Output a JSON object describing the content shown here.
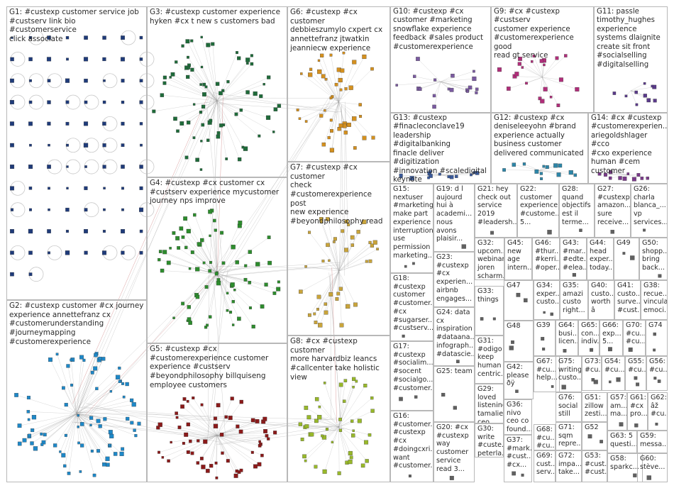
{
  "colors": {
    "G1": "#1f3b7a",
    "G2": "#1e88c8",
    "G3": "#1f6b3a",
    "G4": "#2d8c2d",
    "G5": "#8b1a1a",
    "G6": "#d4901e",
    "G7": "#c9a43a",
    "G8": "#98b82a",
    "G9": "#b02e7a",
    "G10": "#7a5aa0",
    "G11": "#5a3a8a",
    "G12": "#2e86a8",
    "G13": "#3a5a9a",
    "G14": "#7a3a8a",
    "other": "#606060",
    "edge": "#9a9a9a",
    "edge_strong": "#b03030"
  },
  "groups": [
    {
      "id": "G1",
      "label": "G1: #custexp customer service job\n#custserv link bio #customerservice\nclick associate"
    },
    {
      "id": "G2",
      "label": "G2: #custexp customer #cx journey\nexperience annettefranz cx\n#customerunderstanding\n#journeymapping\n#customerexperience"
    },
    {
      "id": "G3",
      "label": "G3: #custexp customer experience\nhyken #cx t new s customers bad"
    },
    {
      "id": "G4",
      "label": "G4: #custexp #cx customer cx\n#custserv experience mycustomer\njourney nps improve"
    },
    {
      "id": "G5",
      "label": "G5: #custexp #cx\n#customerexperience customer\nexperience #custserv\n#beyondphilosophy billquiseng\nemployee customers"
    },
    {
      "id": "G6",
      "label": "G6: #custexp #cx customer\ndebbieszumylo cxpert cx\nannettefranz jtwatkin\njeanniecw experience"
    },
    {
      "id": "G7",
      "label": "G7: #custexp #cx customer\ncheck\n#customerexperience post\nnew experience\n#beyondphilosophy read"
    },
    {
      "id": "G8",
      "label": "G8: #cx #custexp customer\nmore harvardbiz leancs\n#callcenter take holistic\nview"
    },
    {
      "id": "G9",
      "label": "G9: #cx #custexp #custserv\ncustomer experience\n#customerexperience good\nread gt service"
    },
    {
      "id": "G10",
      "label": "G10: #custexp #cx\ncustomer #marketing\nsnowflake experience\nfeedback #sales product\n#customerexperience"
    },
    {
      "id": "G11",
      "label": "G11: passle\ntimothy_hughes\nexperience\nsystems dlaignite\ncreate sit front\n#socialselling\n#digitalselling"
    },
    {
      "id": "G12",
      "label": "G12: #custexp #cx\ndeniseleeyohn #brand\nexperience actually\nbusiness customer\ndelivered communicated"
    },
    {
      "id": "G13",
      "label": "G13: #custexp\n#finacleconclave19\nleadership #digitalbanking\nfinacle deliver #digitization\n#innovation #scaledigital\nkeynote"
    },
    {
      "id": "G14",
      "label": "G14: #cx #custexp\n#customerexperien...\nariegoldshlager #cco\n#cxo experience\nhuman #cem\ncustomer"
    },
    {
      "id": "G15",
      "label": "G15:\nnextuser\n#marketing\nmake part\nexperience\ninterruption\nuse\npermission\nmarketing..."
    },
    {
      "id": "G16",
      "label": "G16:\n#customer...\n#custexp\n#cx\n#doingcxri...\nwant\n#customer..."
    },
    {
      "id": "G17",
      "label": "G17:\n#custexp\n#socialim...\n#socent\n#socialgo...\n#customer..."
    },
    {
      "id": "G18",
      "label": "G18:\n#custexp\ncustomer\n#customer...\n#cx\n#sugarser...\n#custserv..."
    },
    {
      "id": "G19",
      "label": "G19: d l\naujourd\nhui à\nacademi...\nnous\navons\nplaisir..."
    },
    {
      "id": "G20",
      "label": "G20: #cx\n#custexp\nway\ncustomer\nservice\nread 3..."
    },
    {
      "id": "G21",
      "label": "G21: hey\ncheck out\nservice\n2019\n#leadersh..."
    },
    {
      "id": "G22",
      "label": "G22:\ncustomer\nexperience\n#custome...\n5..."
    },
    {
      "id": "G23",
      "label": "G23:\n#custexp\n#cx\nexperien...\nairbnb\nengages..."
    },
    {
      "id": "G24",
      "label": "G24: data\ncx\ninspiration\n#dataana...\ninfograph...\n#datascie..."
    },
    {
      "id": "G25",
      "label": "G25: team"
    },
    {
      "id": "G26",
      "label": "G26:\ncharla\nblanca_...\nvp\nservices..."
    },
    {
      "id": "G27",
      "label": "G27:\n#custexp\namazon...\nsure\nreceive..."
    },
    {
      "id": "G28",
      "label": "G28:\nquand\nobjectifs\nest il\nterme..."
    },
    {
      "id": "G29",
      "label": "G29:\nloved\nlistening\ntamalie\nceo..."
    },
    {
      "id": "G30",
      "label": "G30:\nwrite\n#custe...\npeterla...\nlawyer..."
    },
    {
      "id": "G31",
      "label": "G31:\n#odigo\nkeep\nhuman\ncentric..."
    },
    {
      "id": "G32",
      "label": "G32:\nupcom...\nwebinar\njoren\nscharm..."
    },
    {
      "id": "G33",
      "label": "G33:\nthings"
    },
    {
      "id": "G34",
      "label": "G34:\nexper...\ncusto..."
    },
    {
      "id": "G35",
      "label": "G35:\namazi\ncusto\nright..."
    },
    {
      "id": "G36",
      "label": "G36:\nnivo\nceo co\nfound..."
    },
    {
      "id": "G37",
      "label": "G37:\n#mark...\n#cust...\n#cx..."
    },
    {
      "id": "G38",
      "label": "G38:\nrecue...\nvincula\nemoci..."
    },
    {
      "id": "G39",
      "label": "G39"
    },
    {
      "id": "G40",
      "label": "G40:\ncusto...\nworth\nâ"
    },
    {
      "id": "G41",
      "label": "G41:\ncusto...\nsurve...\n#cust..."
    },
    {
      "id": "G42",
      "label": "G42:\nplease\nðÿ"
    },
    {
      "id": "G43",
      "label": "G43:\n#mar...\n#edte...\n#elea..."
    },
    {
      "id": "G44",
      "label": "G44:\nhead\nexper...\ntoday..."
    },
    {
      "id": "G45",
      "label": "G45:\nnew\nage\nintern..."
    },
    {
      "id": "G46",
      "label": "G46:\n#thur...\n#kerri...\n#oper..."
    },
    {
      "id": "G47",
      "label": "G47"
    },
    {
      "id": "G48",
      "label": "G48"
    },
    {
      "id": "G49",
      "label": "G49"
    },
    {
      "id": "G50",
      "label": "G50:\nshopp...\nbring\nback..."
    },
    {
      "id": "G51",
      "label": "G51:\nzillow\nzesti..."
    },
    {
      "id": "G52",
      "label": "G52"
    },
    {
      "id": "G53",
      "label": "G53:\n#cust...\n#cust..."
    },
    {
      "id": "G54",
      "label": "G54:\n#cu..."
    },
    {
      "id": "G55",
      "label": "G55:\n#cu..."
    },
    {
      "id": "G56",
      "label": "G56:\n#cu..."
    },
    {
      "id": "G57",
      "label": "G57:\nam...\nma..."
    },
    {
      "id": "G58",
      "label": "G58:\nsparkc..."
    },
    {
      "id": "G59",
      "label": "G59:\nmessa..."
    },
    {
      "id": "G60",
      "label": "G60:\nstève..."
    },
    {
      "id": "G61",
      "label": "G61:\n#cx\npro..."
    },
    {
      "id": "G62",
      "label": "G62:\nâž\n#cu..."
    },
    {
      "id": "G63",
      "label": "G63: 5\nquesti..."
    },
    {
      "id": "G64",
      "label": "G64:\nbusi...\nlicen..."
    },
    {
      "id": "G65",
      "label": "G65:\ncon...\nindiv..."
    },
    {
      "id": "G66",
      "label": "G66:\nexp...\n5..."
    },
    {
      "id": "G67",
      "label": "G67:\n#cu...\nhelp..."
    },
    {
      "id": "G68",
      "label": "G68:\n#cu...\n#cu..."
    },
    {
      "id": "G69",
      "label": "G69:\ncust...\nserv..."
    },
    {
      "id": "G70",
      "label": "G70:\n#cu...\n#cu..."
    },
    {
      "id": "G71",
      "label": "G71:\nsqm\nrepre..."
    },
    {
      "id": "G72",
      "label": "G72:\nimpa...\ntake..."
    },
    {
      "id": "G73",
      "label": "G73:\n#cu..."
    },
    {
      "id": "G74",
      "label": "G74"
    },
    {
      "id": "G75",
      "label": "G75:\nwriting\ncusto..."
    },
    {
      "id": "G76",
      "label": "G76:\nsocial\nstill"
    }
  ]
}
